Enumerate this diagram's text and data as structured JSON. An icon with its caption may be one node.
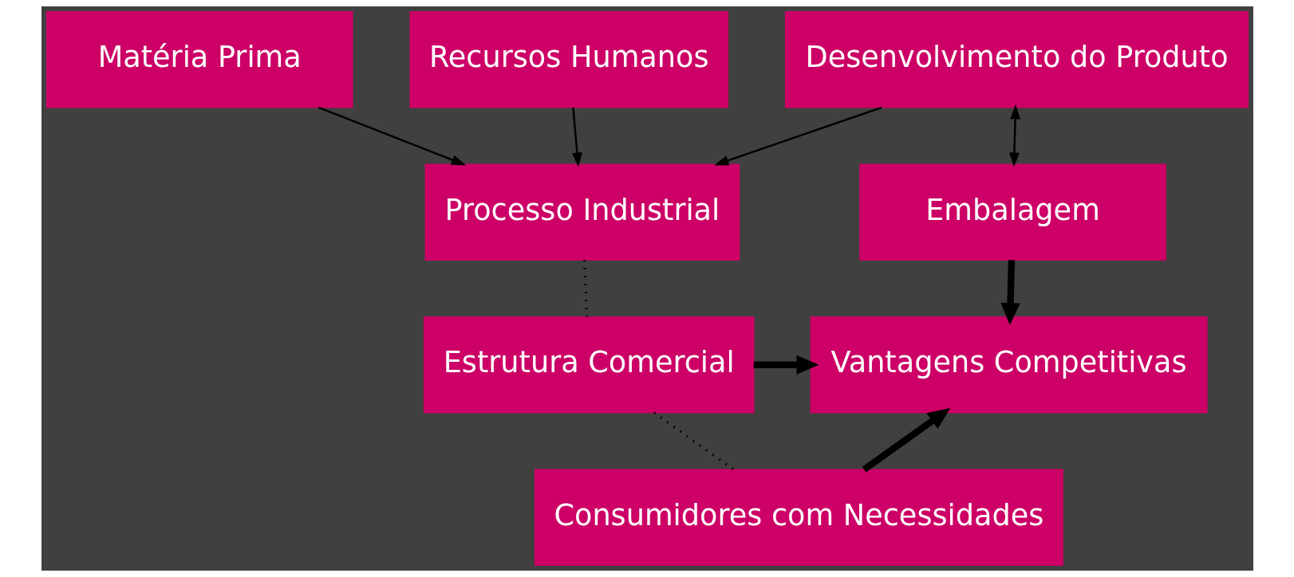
{
  "diagram": {
    "nodes": [
      {
        "text": [
          "Matéria Prima"
        ]
      },
      {
        "text": [
          "Recursos Humanos"
        ]
      },
      {
        "text": [
          "Desenvolvimento do Produto"
        ]
      },
      {
        "text": [
          "Processo Industrial"
        ]
      },
      {
        "text": [
          "Embalagem"
        ]
      },
      {
        "text": [
          "Estrutura Comercial"
        ]
      },
      {
        "text": [
          "Vantagens Competitivas"
        ]
      },
      {
        "text": [
          "Consumidores com Necessidades"
        ]
      }
    ],
    "edges": [
      {
        "from": 0,
        "to": 3,
        "arrow": "to"
      },
      {
        "from": 1,
        "to": 3,
        "arrow": "to"
      },
      {
        "from": 2,
        "to": 3,
        "arrow": "to"
      },
      {
        "from": 2,
        "to": 4,
        "arrow": "both"
      },
      {
        "from": 3,
        "to": 5,
        "arrow": "none",
        "style": "dashed"
      },
      {
        "from": 5,
        "to": 7,
        "arrow": "none",
        "style": "dashed"
      },
      {
        "from": 4,
        "to": 6,
        "arrow": "to",
        "style": "thick"
      },
      {
        "from": 5,
        "to": 6,
        "arrow": "to",
        "style": "thick"
      },
      {
        "from": 7,
        "to": 6,
        "arrow": "to",
        "style": "thick"
      }
    ]
  }
}
